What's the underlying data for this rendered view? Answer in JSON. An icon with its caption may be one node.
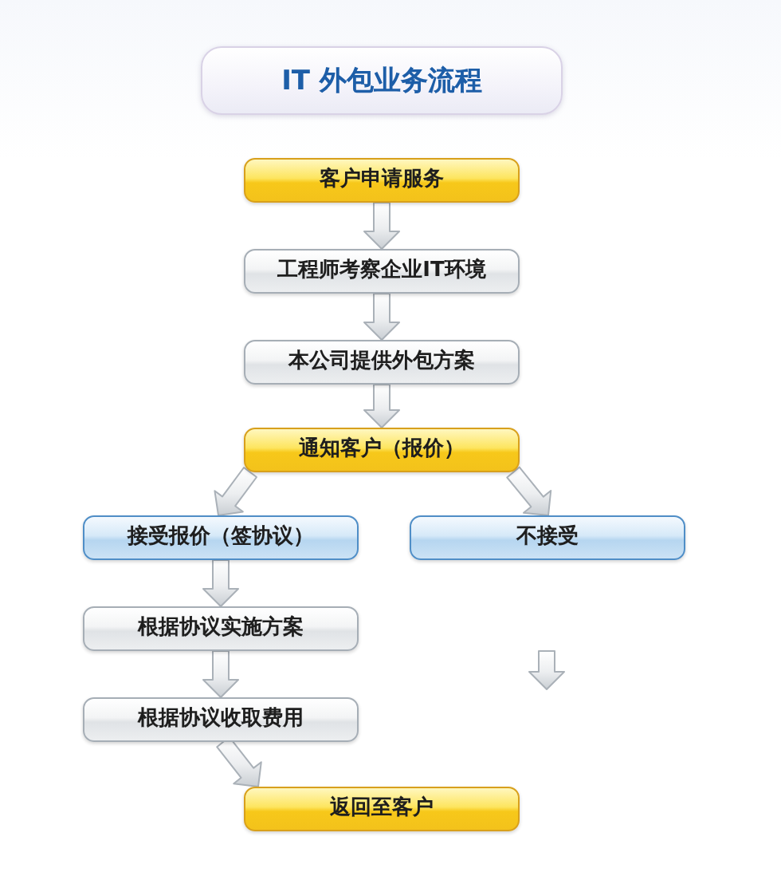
{
  "diagram": {
    "title": "IT 外包业务流程",
    "nodes": [
      {
        "text": [
          "客户申请服务"
        ]
      },
      {
        "text": [
          "工程师考察企业IT环境"
        ]
      },
      {
        "text": [
          "本公司提供外包方案"
        ]
      },
      {
        "text": [
          "通知客户（报价）"
        ]
      },
      {
        "text": [
          "接受报价（签协议）"
        ]
      },
      {
        "text": [
          "不接受"
        ]
      },
      {
        "text": [
          "根据协议实施方案"
        ]
      },
      {
        "text": [
          "根据协议收取费用"
        ]
      },
      {
        "text": [
          "返回至客户"
        ]
      }
    ],
    "edges": [
      {
        "from": 0,
        "to": 1,
        "arrow": "to"
      },
      {
        "from": 1,
        "to": 2,
        "arrow": "to"
      },
      {
        "from": 2,
        "to": 3,
        "arrow": "to"
      },
      {
        "from": 3,
        "to": 4,
        "arrow": "to"
      },
      {
        "from": 3,
        "to": 5,
        "arrow": "to"
      },
      {
        "from": 4,
        "to": 6,
        "arrow": "to"
      },
      {
        "from": 6,
        "to": 7,
        "arrow": "to"
      },
      {
        "from": 7,
        "to": 8,
        "arrow": "to"
      }
    ]
  }
}
